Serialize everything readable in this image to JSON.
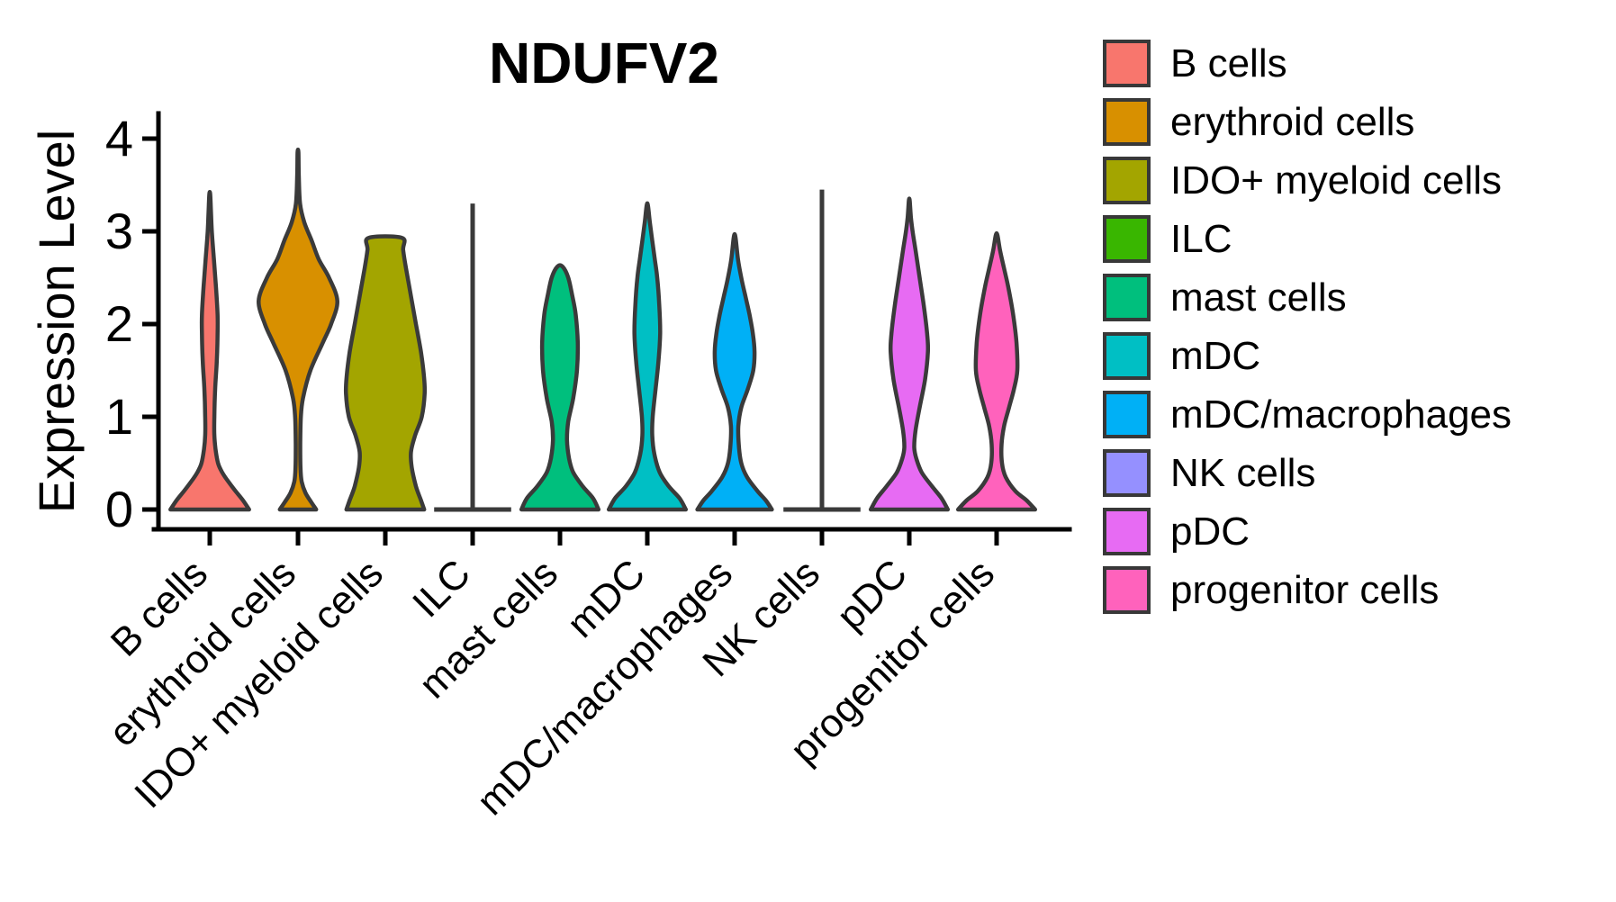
{
  "chart_data": {
    "type": "violin",
    "title": "NDUFV2",
    "xlabel": "",
    "ylabel": "Expression Level",
    "ylim": [
      0,
      4
    ],
    "yticks": [
      0,
      1,
      2,
      3,
      4
    ],
    "grid": false,
    "legend_position": "right",
    "axis_color": "#000000",
    "outline_color": "#3a3a3a",
    "categories": [
      "B cells",
      "erythroid cells",
      "IDO+ myeloid cells",
      "ILC",
      "mast cells",
      "mDC",
      "mDC/macrophages",
      "NK cells",
      "pDC",
      "progenitor cells"
    ],
    "series": [
      {
        "name": "B cells",
        "color": "#F8766D",
        "shape": "violin",
        "max_value": 3.4,
        "profile": [
          [
            0,
            0.95
          ],
          [
            0.1,
            0.8
          ],
          [
            0.2,
            0.62
          ],
          [
            0.3,
            0.45
          ],
          [
            0.4,
            0.3
          ],
          [
            0.5,
            0.2
          ],
          [
            0.65,
            0.14
          ],
          [
            0.8,
            0.11
          ],
          [
            1.0,
            0.11
          ],
          [
            1.3,
            0.13
          ],
          [
            1.6,
            0.17
          ],
          [
            1.9,
            0.19
          ],
          [
            2.1,
            0.19
          ],
          [
            2.4,
            0.15
          ],
          [
            2.7,
            0.1
          ],
          [
            3.0,
            0.05
          ],
          [
            3.2,
            0.03
          ],
          [
            3.4,
            0.01
          ]
        ]
      },
      {
        "name": "erythroid cells",
        "color": "#D89000",
        "shape": "violin",
        "max_value": 3.85,
        "profile": [
          [
            0,
            0.44
          ],
          [
            0.08,
            0.32
          ],
          [
            0.18,
            0.18
          ],
          [
            0.3,
            0.09
          ],
          [
            0.45,
            0.06
          ],
          [
            0.7,
            0.055
          ],
          [
            1.0,
            0.07
          ],
          [
            1.2,
            0.12
          ],
          [
            1.5,
            0.3
          ],
          [
            1.8,
            0.6
          ],
          [
            2.0,
            0.8
          ],
          [
            2.25,
            0.95
          ],
          [
            2.5,
            0.75
          ],
          [
            2.7,
            0.5
          ],
          [
            2.9,
            0.33
          ],
          [
            3.1,
            0.15
          ],
          [
            3.3,
            0.05
          ],
          [
            3.6,
            0.02
          ],
          [
            3.85,
            0.01
          ]
        ]
      },
      {
        "name": "IDO+ myeloid cells",
        "color": "#A3A500",
        "shape": "violin",
        "max_value": 2.93,
        "profile": [
          [
            0,
            0.94
          ],
          [
            0.1,
            0.86
          ],
          [
            0.25,
            0.74
          ],
          [
            0.45,
            0.64
          ],
          [
            0.62,
            0.62
          ],
          [
            0.8,
            0.72
          ],
          [
            1.0,
            0.88
          ],
          [
            1.25,
            0.95
          ],
          [
            1.45,
            0.93
          ],
          [
            1.7,
            0.86
          ],
          [
            2.0,
            0.74
          ],
          [
            2.3,
            0.62
          ],
          [
            2.6,
            0.5
          ],
          [
            2.8,
            0.43
          ],
          [
            2.93,
            0.4
          ]
        ]
      },
      {
        "name": "ILC",
        "color": "#39B600",
        "shape": "line",
        "max_value": 3.3,
        "base_halfwidth": 0.93
      },
      {
        "name": "mast cells",
        "color": "#00BF7D",
        "shape": "violin",
        "max_value": 2.62,
        "profile": [
          [
            0,
            0.93
          ],
          [
            0.12,
            0.8
          ],
          [
            0.25,
            0.55
          ],
          [
            0.4,
            0.32
          ],
          [
            0.55,
            0.22
          ],
          [
            0.75,
            0.17
          ],
          [
            0.95,
            0.2
          ],
          [
            1.2,
            0.32
          ],
          [
            1.5,
            0.41
          ],
          [
            1.8,
            0.43
          ],
          [
            2.1,
            0.38
          ],
          [
            2.3,
            0.3
          ],
          [
            2.5,
            0.2
          ],
          [
            2.62,
            0.06
          ]
        ]
      },
      {
        "name": "mDC",
        "color": "#00BFC4",
        "shape": "violin",
        "max_value": 3.28,
        "profile": [
          [
            0,
            0.93
          ],
          [
            0.12,
            0.78
          ],
          [
            0.25,
            0.52
          ],
          [
            0.4,
            0.3
          ],
          [
            0.6,
            0.17
          ],
          [
            0.8,
            0.12
          ],
          [
            1.0,
            0.13
          ],
          [
            1.3,
            0.2
          ],
          [
            1.6,
            0.27
          ],
          [
            1.9,
            0.31
          ],
          [
            2.2,
            0.29
          ],
          [
            2.5,
            0.24
          ],
          [
            2.7,
            0.18
          ],
          [
            2.9,
            0.12
          ],
          [
            3.1,
            0.06
          ],
          [
            3.28,
            0.015
          ]
        ]
      },
      {
        "name": "mDC/macrophages",
        "color": "#00B0F6",
        "shape": "violin",
        "max_value": 2.94,
        "profile": [
          [
            0,
            0.9
          ],
          [
            0.1,
            0.75
          ],
          [
            0.2,
            0.55
          ],
          [
            0.35,
            0.3
          ],
          [
            0.5,
            0.16
          ],
          [
            0.7,
            0.1
          ],
          [
            0.9,
            0.09
          ],
          [
            1.1,
            0.16
          ],
          [
            1.3,
            0.32
          ],
          [
            1.5,
            0.45
          ],
          [
            1.7,
            0.48
          ],
          [
            1.9,
            0.44
          ],
          [
            2.1,
            0.36
          ],
          [
            2.3,
            0.26
          ],
          [
            2.5,
            0.16
          ],
          [
            2.7,
            0.08
          ],
          [
            2.94,
            0.02
          ]
        ]
      },
      {
        "name": "NK cells",
        "color": "#9590FF",
        "shape": "line",
        "max_value": 3.45,
        "base_halfwidth": 0.93
      },
      {
        "name": "pDC",
        "color": "#E76BF3",
        "shape": "violin",
        "max_value": 3.33,
        "profile": [
          [
            0,
            0.93
          ],
          [
            0.12,
            0.78
          ],
          [
            0.25,
            0.55
          ],
          [
            0.4,
            0.3
          ],
          [
            0.55,
            0.17
          ],
          [
            0.67,
            0.12
          ],
          [
            0.85,
            0.15
          ],
          [
            1.1,
            0.25
          ],
          [
            1.4,
            0.38
          ],
          [
            1.7,
            0.45
          ],
          [
            1.9,
            0.43
          ],
          [
            2.2,
            0.35
          ],
          [
            2.5,
            0.25
          ],
          [
            2.8,
            0.15
          ],
          [
            3.0,
            0.08
          ],
          [
            3.15,
            0.04
          ],
          [
            3.33,
            0.01
          ]
        ]
      },
      {
        "name": "progenitor cells",
        "color": "#FF62BC",
        "shape": "violin",
        "max_value": 2.96,
        "profile": [
          [
            0,
            0.93
          ],
          [
            0.1,
            0.72
          ],
          [
            0.2,
            0.45
          ],
          [
            0.35,
            0.22
          ],
          [
            0.5,
            0.13
          ],
          [
            0.7,
            0.12
          ],
          [
            0.9,
            0.18
          ],
          [
            1.1,
            0.3
          ],
          [
            1.3,
            0.42
          ],
          [
            1.5,
            0.5
          ],
          [
            1.8,
            0.48
          ],
          [
            2.1,
            0.4
          ],
          [
            2.4,
            0.28
          ],
          [
            2.6,
            0.18
          ],
          [
            2.8,
            0.08
          ],
          [
            2.96,
            0.02
          ]
        ]
      }
    ]
  }
}
